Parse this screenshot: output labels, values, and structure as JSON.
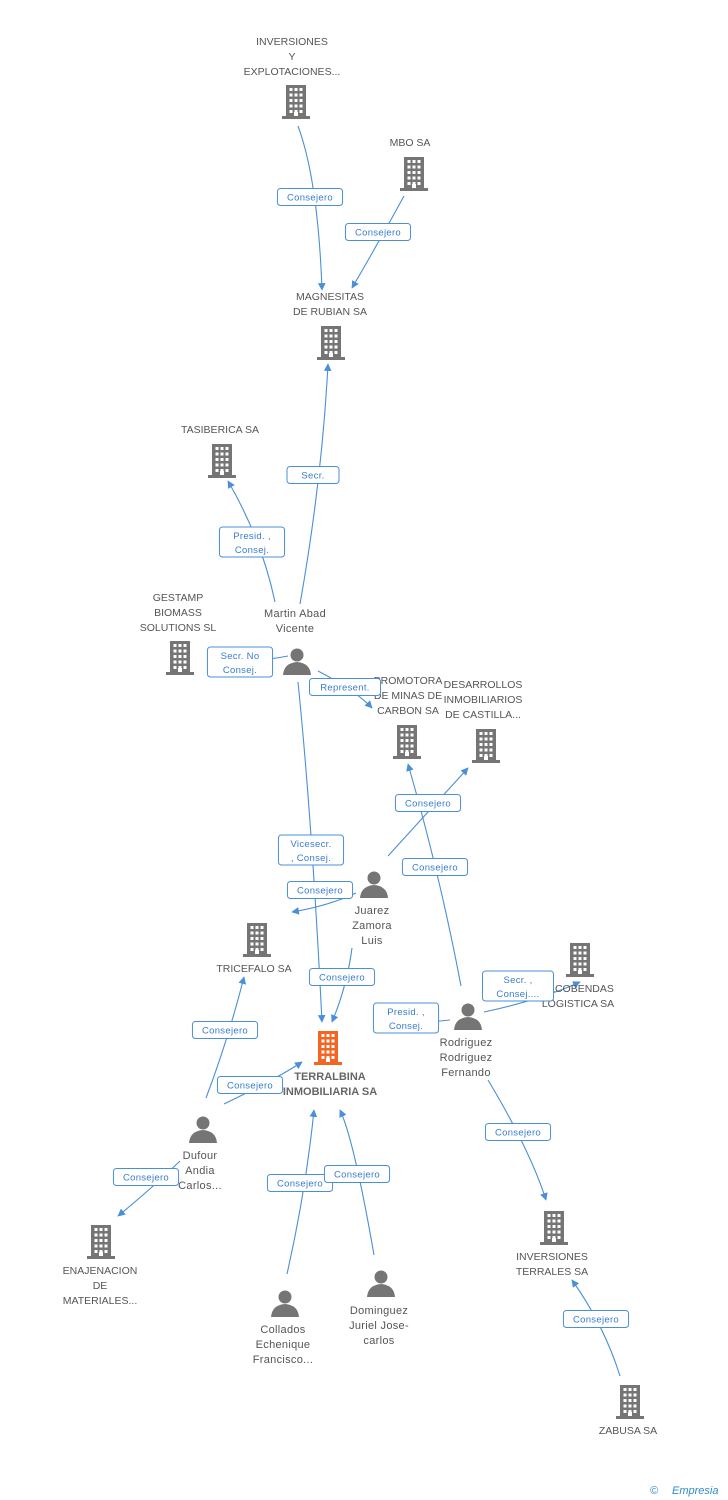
{
  "colors": {
    "node": "#757575",
    "focus": "#f26522",
    "edge": "#4a8fd8",
    "badge_text": "#3a7ccc"
  },
  "nodes": [
    {
      "id": "inversiones_explot",
      "kind": "company",
      "label": [
        "INVERSIONES",
        "Y",
        "EXPLOTACIONES..."
      ]
    },
    {
      "id": "mbo",
      "kind": "company",
      "label": [
        "MBO SA"
      ]
    },
    {
      "id": "magnesitas",
      "kind": "company",
      "label": [
        "MAGNESITAS",
        "DE RUBIAN SA"
      ]
    },
    {
      "id": "tasiberica",
      "kind": "company",
      "label": [
        "TASIBERICA SA"
      ]
    },
    {
      "id": "gestamp",
      "kind": "company",
      "label": [
        "GESTAMP",
        "BIOMASS",
        "SOLUTIONS  SL"
      ]
    },
    {
      "id": "martin",
      "kind": "person",
      "label": [
        "Martin Abad",
        "Vicente"
      ]
    },
    {
      "id": "promotora",
      "kind": "company",
      "label": [
        "PROMOTORA",
        "DE MINAS DE",
        "CARBON SA"
      ]
    },
    {
      "id": "desarrollos",
      "kind": "company",
      "label": [
        "DESARROLLOS",
        "INMOBILIARIOS",
        "DE CASTILLA..."
      ]
    },
    {
      "id": "juarez",
      "kind": "person",
      "label": [
        "Juarez",
        "Zamora",
        "Luis"
      ]
    },
    {
      "id": "tricefalo",
      "kind": "company",
      "label": [
        "TRICEFALO SA"
      ]
    },
    {
      "id": "alcobendas",
      "kind": "company",
      "label": [
        "ALCOBENDAS",
        "LOGISTICA SA"
      ]
    },
    {
      "id": "rodriguez",
      "kind": "person",
      "label": [
        "Rodriguez",
        "Rodriguez",
        "Fernando"
      ]
    },
    {
      "id": "terralbina",
      "kind": "focus",
      "label": [
        "TERRALBINA",
        "INMOBILIARIA SA"
      ]
    },
    {
      "id": "dufour",
      "kind": "person",
      "label": [
        "Dufour",
        "Andia",
        "Carlos..."
      ]
    },
    {
      "id": "enajenacion",
      "kind": "company",
      "label": [
        "ENAJENACION",
        "DE",
        "MATERIALES..."
      ]
    },
    {
      "id": "inversiones_terrales",
      "kind": "company",
      "label": [
        "INVERSIONES",
        "TERRALES SA"
      ]
    },
    {
      "id": "collados",
      "kind": "person",
      "label": [
        "Collados",
        "Echenique",
        "Francisco..."
      ]
    },
    {
      "id": "dominguez",
      "kind": "person",
      "label": [
        "Dominguez",
        "Juriel Jose-",
        "carlos"
      ]
    },
    {
      "id": "zabusa",
      "kind": "company",
      "label": [
        "ZABUSA SA"
      ]
    }
  ],
  "edges": [
    {
      "from": "inversiones_explot",
      "to": "magnesitas",
      "label": [
        "Consejero"
      ]
    },
    {
      "from": "mbo",
      "to": "magnesitas",
      "label": [
        "Consejero"
      ]
    },
    {
      "from": "martin",
      "to": "magnesitas",
      "label": [
        "Secr."
      ]
    },
    {
      "from": "martin",
      "to": "tasiberica",
      "label": [
        "Presid. ,",
        "Consej."
      ]
    },
    {
      "from": "martin",
      "to": "gestamp",
      "label": [
        "Secr.  No",
        "Consej."
      ]
    },
    {
      "from": "martin",
      "to": "promotora",
      "label": [
        "Represent."
      ]
    },
    {
      "from": "martin",
      "to": "terralbina",
      "label": [
        "Vicesecr.",
        ", Consej."
      ]
    },
    {
      "from": "juarez",
      "to": "desarrollos",
      "label": [
        "Consejero"
      ]
    },
    {
      "from": "juarez",
      "to": "tricefalo",
      "label": [
        "Consejero"
      ]
    },
    {
      "from": "juarez",
      "to": "terralbina",
      "label": [
        "Consejero"
      ]
    },
    {
      "from": "rodriguez",
      "to": "promotora",
      "label": [
        "Consejero"
      ]
    },
    {
      "from": "rodriguez",
      "to": "alcobendas",
      "label": [
        "Secr. ,",
        "Consej...."
      ]
    },
    {
      "from": "rodriguez",
      "to": "terralbina",
      "label": [
        "Presid. ,",
        "Consej."
      ]
    },
    {
      "from": "rodriguez",
      "to": "inversiones_terrales",
      "label": [
        "Consejero"
      ]
    },
    {
      "from": "dufour",
      "to": "tricefalo",
      "label": [
        "Consejero"
      ]
    },
    {
      "from": "dufour",
      "to": "terralbina",
      "label": [
        "Consejero"
      ]
    },
    {
      "from": "dufour",
      "to": "enajenacion",
      "label": [
        "Consejero"
      ]
    },
    {
      "from": "collados",
      "to": "terralbina",
      "label": [
        "Consejero"
      ]
    },
    {
      "from": "dominguez",
      "to": "terralbina",
      "label": [
        "Consejero"
      ]
    },
    {
      "from": "zabusa",
      "to": "inversiones_terrales",
      "label": [
        "Consejero"
      ]
    }
  ],
  "footer": {
    "copyright": "©",
    "brand": "Empresia"
  }
}
